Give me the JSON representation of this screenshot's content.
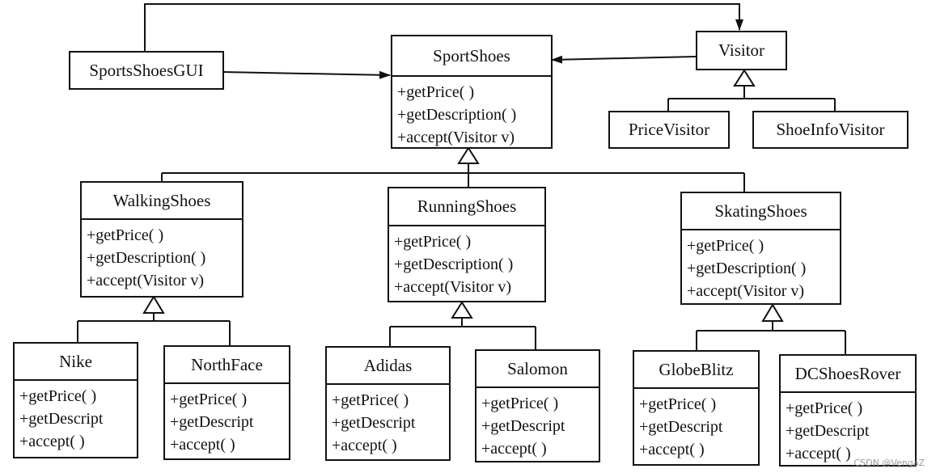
{
  "classes": {
    "gui": {
      "name": "SportsShoesGUI"
    },
    "sport": {
      "name": "SportShoes",
      "ops": [
        "+getPrice( )",
        "+getDescription( )",
        "+accept(Visitor v)"
      ]
    },
    "visitor": {
      "name": "Visitor"
    },
    "price_visitor": {
      "name": "PriceVisitor"
    },
    "shoeinfo_visitor": {
      "name": "ShoeInfoVisitor"
    },
    "walking": {
      "name": "WalkingShoes",
      "ops": [
        "+getPrice( )",
        "+getDescription( )",
        "+accept(Visitor v)"
      ]
    },
    "running": {
      "name": "RunningShoes",
      "ops": [
        "+getPrice( )",
        "+getDescription( )",
        "+accept(Visitor v)"
      ]
    },
    "skating": {
      "name": "SkatingShoes",
      "ops": [
        "+getPrice( )",
        "+getDescription( )",
        "+accept(Visitor v)"
      ]
    },
    "nike": {
      "name": "Nike",
      "ops": [
        "+getPrice( )",
        "+getDescript",
        "+accept( )"
      ]
    },
    "northface": {
      "name": "NorthFace",
      "ops": [
        "+getPrice( )",
        "+getDescript",
        "+accept( )"
      ]
    },
    "adidas": {
      "name": "Adidas",
      "ops": [
        "+getPrice( )",
        "+getDescript",
        "+accept( )"
      ]
    },
    "salomon": {
      "name": "Salomon",
      "ops": [
        "+getPrice( )",
        "+getDescript",
        "+accept( )"
      ]
    },
    "globeblitz": {
      "name": "GlobeBlitz",
      "ops": [
        "+getPrice( )",
        "+getDescript",
        "+accept( )"
      ]
    },
    "dcshoesrover": {
      "name": "DCShoesRover",
      "ops": [
        "+getPrice( )",
        "+getDescript",
        "+accept( )"
      ]
    }
  },
  "watermark": "CSDN @VengaZ"
}
